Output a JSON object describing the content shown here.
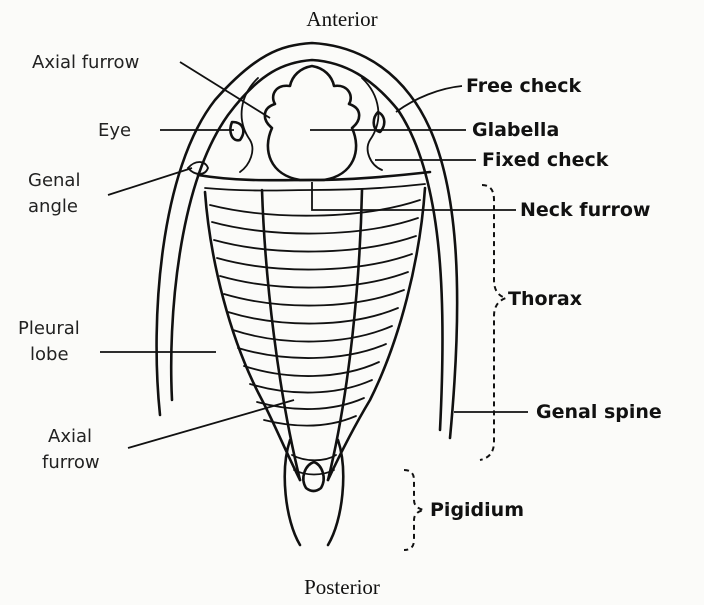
{
  "orientation": {
    "top": "Anterior",
    "bottom": "Posterior"
  },
  "labels": {
    "axial_furrow_top": "Axial furrow",
    "eye": "Eye",
    "genal_angle_1": "Genal",
    "genal_angle_2": "angle",
    "free_cheek": "Free check",
    "glabella": "Glabella",
    "fixed_cheek": "Fixed check",
    "neck_furrow": "Neck furrow",
    "thorax": "Thorax",
    "pleural_lobe_1": "Pleural",
    "pleural_lobe_2": "lobe",
    "axial_furrow_bottom_1": "Axial",
    "axial_furrow_bottom_2": "furrow",
    "genal_spine": "Genal spine",
    "pigidium": "Pigidium"
  }
}
